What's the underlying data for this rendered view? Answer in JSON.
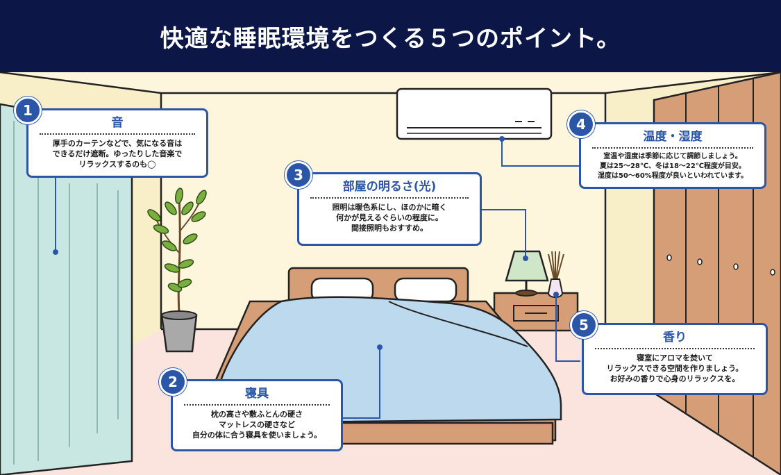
{
  "header": {
    "title": "快適な睡眠環境をつくる５つのポイント。"
  },
  "points": [
    {
      "number": "1",
      "title": "音",
      "body": "厚手のカーテンなどで、気になる音は\nできるだけ遮断。ゆったりした音楽で\nリラックスするのも◯"
    },
    {
      "number": "2",
      "title": "寝具",
      "body": "枕の高さや敷ふとんの硬さ\nマットレスの硬さなど\n自分の体に合う寝具を使いましょう。"
    },
    {
      "number": "3",
      "title": "部屋の明るさ(光)",
      "body": "照明は暖色系にし、ほのかに暗く\n何かが見えるぐらいの程度に。\n間接照明もおすすめ。"
    },
    {
      "number": "4",
      "title": "温度・湿度",
      "body": "室温や湿度は季節に応じて調節しましょう。\n夏は25～28℃、冬は18～22℃程度が目安。\n湿度は50～60%程度が良いといわれています。"
    },
    {
      "number": "5",
      "title": "香り",
      "body": "寝室にアロマを焚いて\nリラックスできる空間を作りましょう。\nお好みの香りで心身のリラックスを。"
    }
  ],
  "colors": {
    "header_bg": "#0c1748",
    "accent": "#2b56a8",
    "wall": "#fdf6dc",
    "floor": "#fbe4de",
    "blanket": "#bdd9ee",
    "wood": "#d69e76"
  }
}
